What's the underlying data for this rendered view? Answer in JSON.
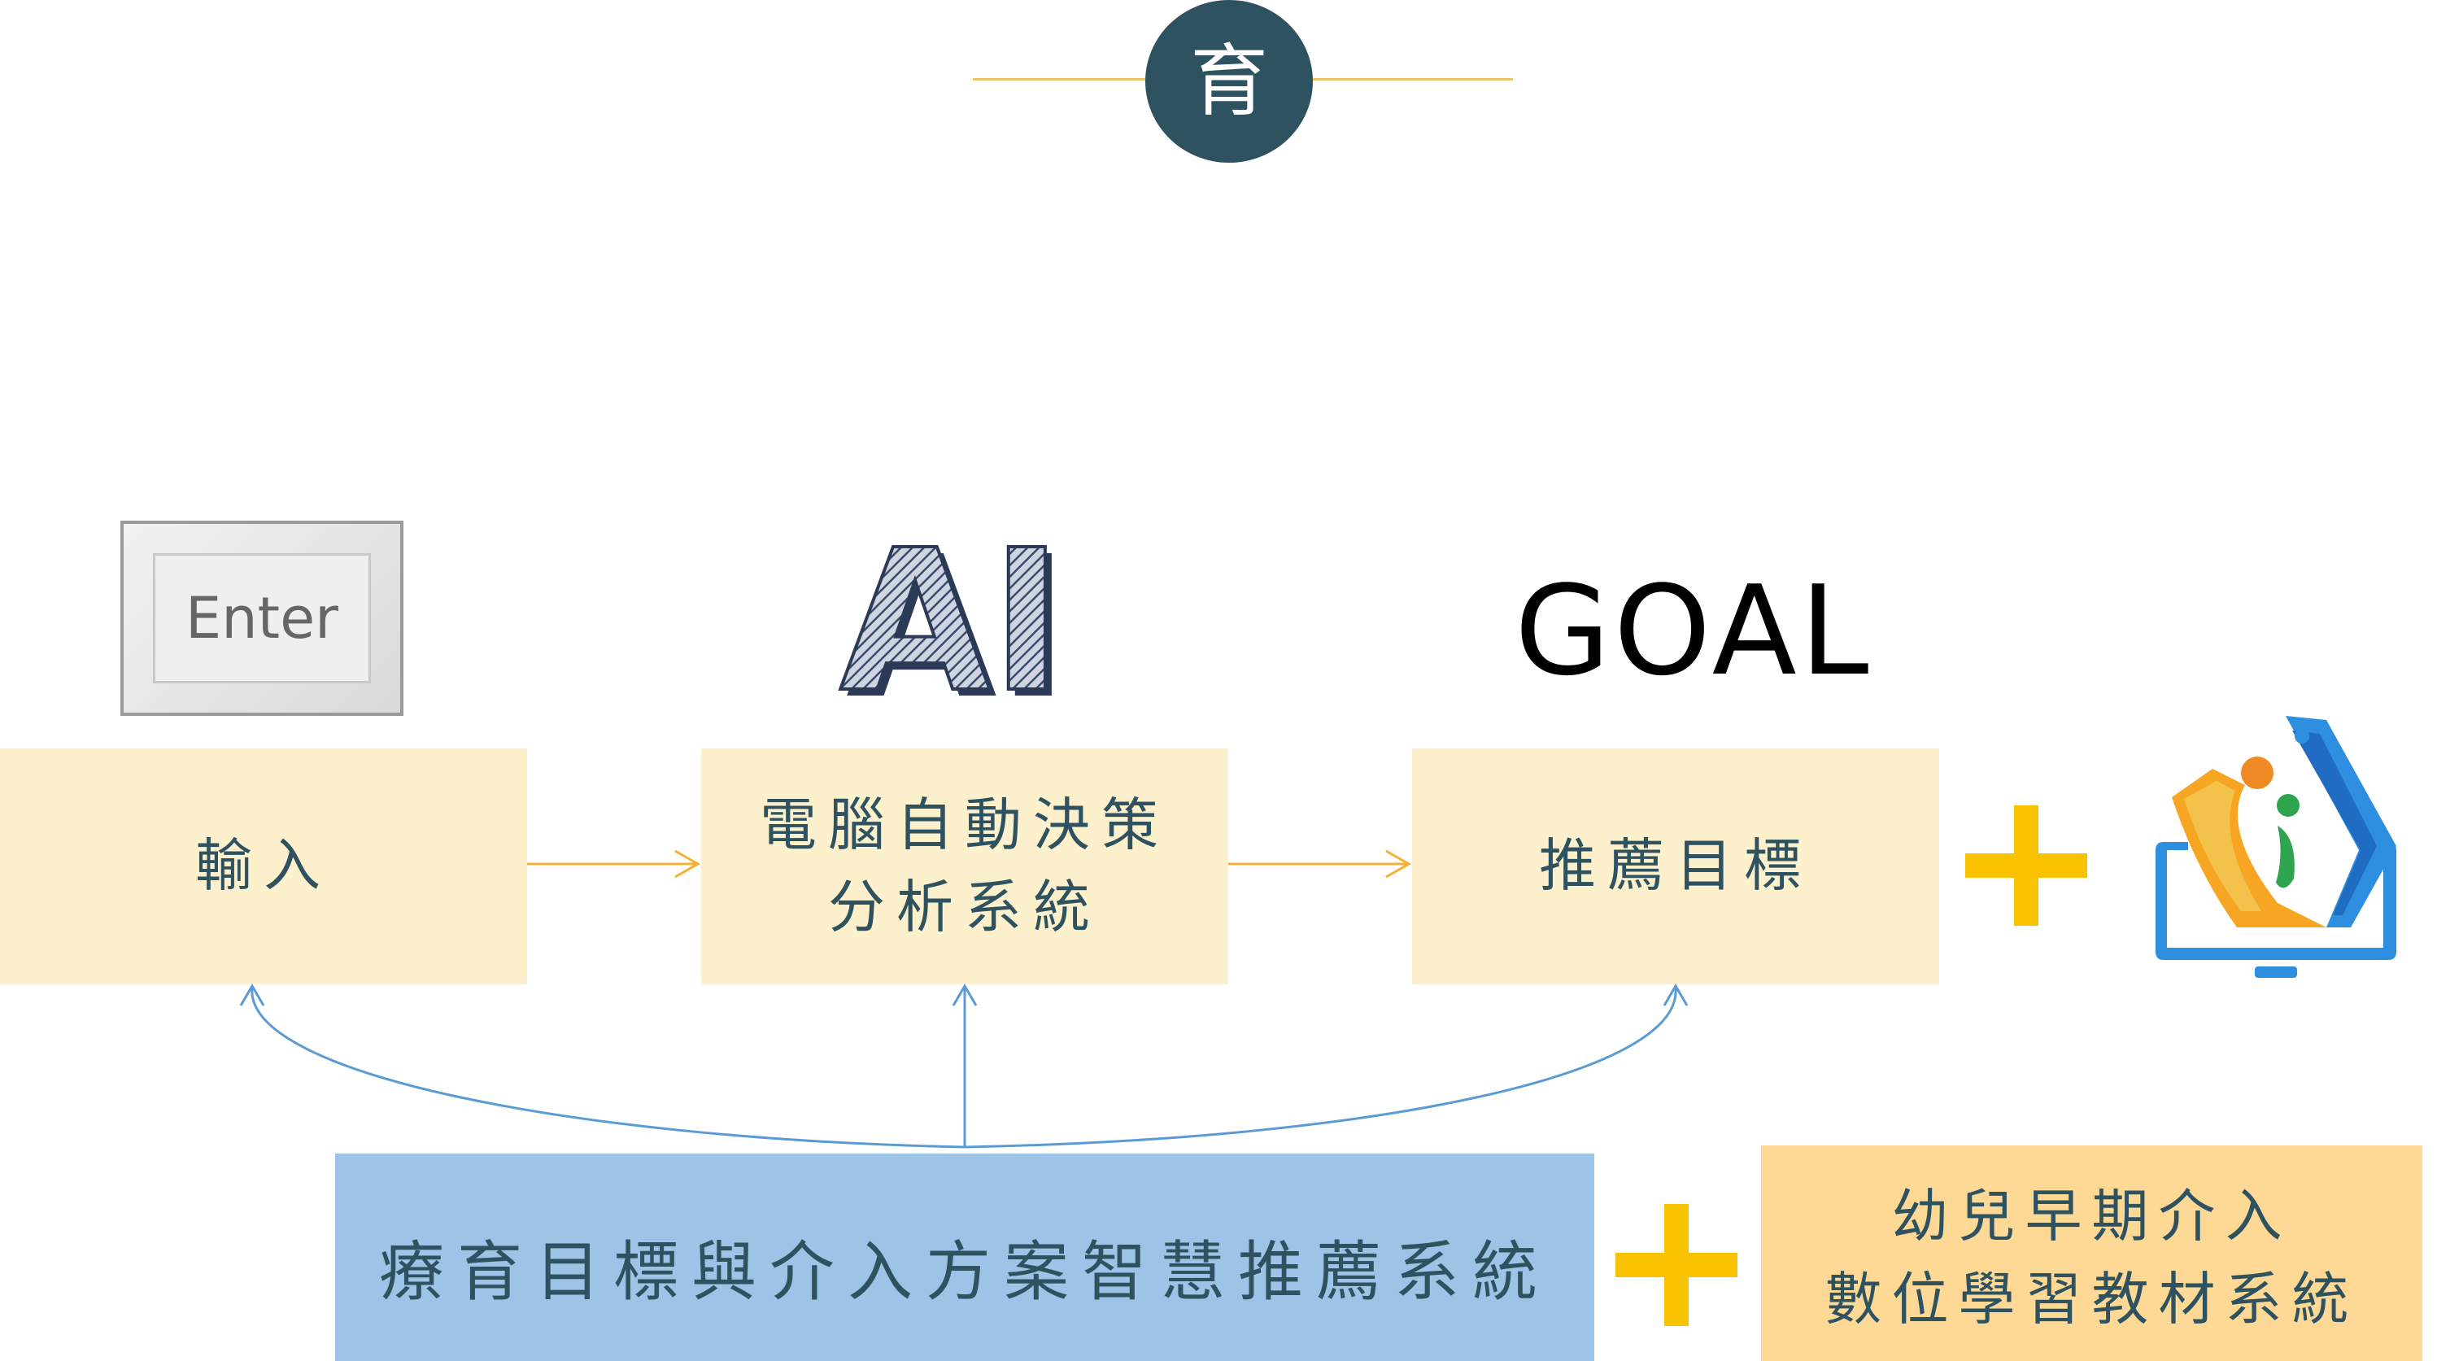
{
  "header": {
    "badge_char": "育"
  },
  "top_labels": {
    "enter_key": "Enter",
    "ai": "AI",
    "goal": "GOAL"
  },
  "flow": {
    "input_label": "輸入",
    "analysis_line1": "電腦自動決策",
    "analysis_line2": "分析系統",
    "recommend_label": "推薦目標"
  },
  "bottom": {
    "main_system": "療育目標與介入方案智慧推薦系統",
    "sub_system_line1": "幼兒早期介入",
    "sub_system_line2": "數位學習教材系統"
  },
  "colors": {
    "header_circle": "#2f5260",
    "accent_gold": "#f9c200",
    "box_cream": "#fcf0cd",
    "main_blue": "#9dc3e6",
    "sub_orange": "#fdd995",
    "arrow_orange": "#f4b133",
    "arrow_blue": "#5b9bd5"
  },
  "icons": {
    "plus": "plus-icon",
    "monitor_logo": "monitor-logo-icon"
  }
}
